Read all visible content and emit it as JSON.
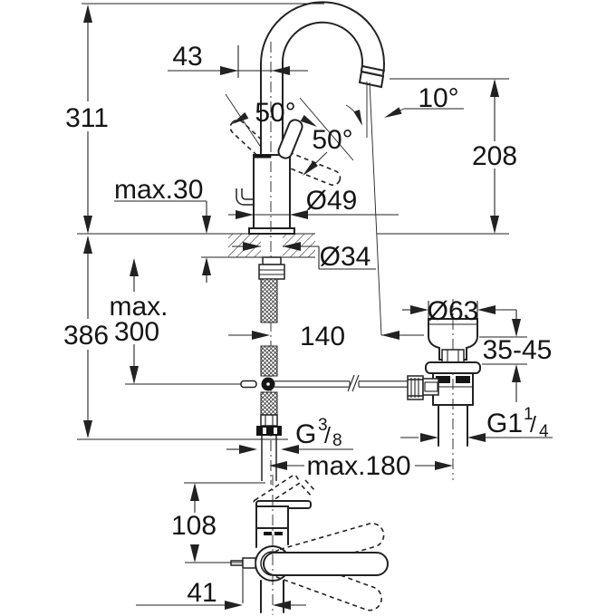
{
  "drawing": {
    "colors": {
      "line": "#222222",
      "background": "#ffffff"
    },
    "dims": {
      "total_height": "311",
      "spout_offset": "43",
      "handle_angle_left": "50°",
      "handle_angle_right": "50°",
      "outlet_angle": "10°",
      "spout_height": "208",
      "deck_thickness_max": "max.30",
      "body_diameter": "Ø49",
      "hole_diameter": "Ø34",
      "below_deck_height": "386",
      "pullrod_max_line1": "max.",
      "pullrod_max_line2": "300",
      "spout_reach": "140",
      "waste_flange_diameter": "Ø63",
      "clamping_range": "35-45",
      "supply_thread_g": "G",
      "supply_thread_num": "3",
      "supply_thread_slash": "/",
      "supply_thread_den": "8",
      "waste_thread_g": "G1",
      "waste_thread_num": "1",
      "waste_thread_slash": "/",
      "waste_thread_den": "4",
      "center_distance_max": "max.180",
      "side_view_height": "108",
      "side_view_offset": "41"
    }
  }
}
